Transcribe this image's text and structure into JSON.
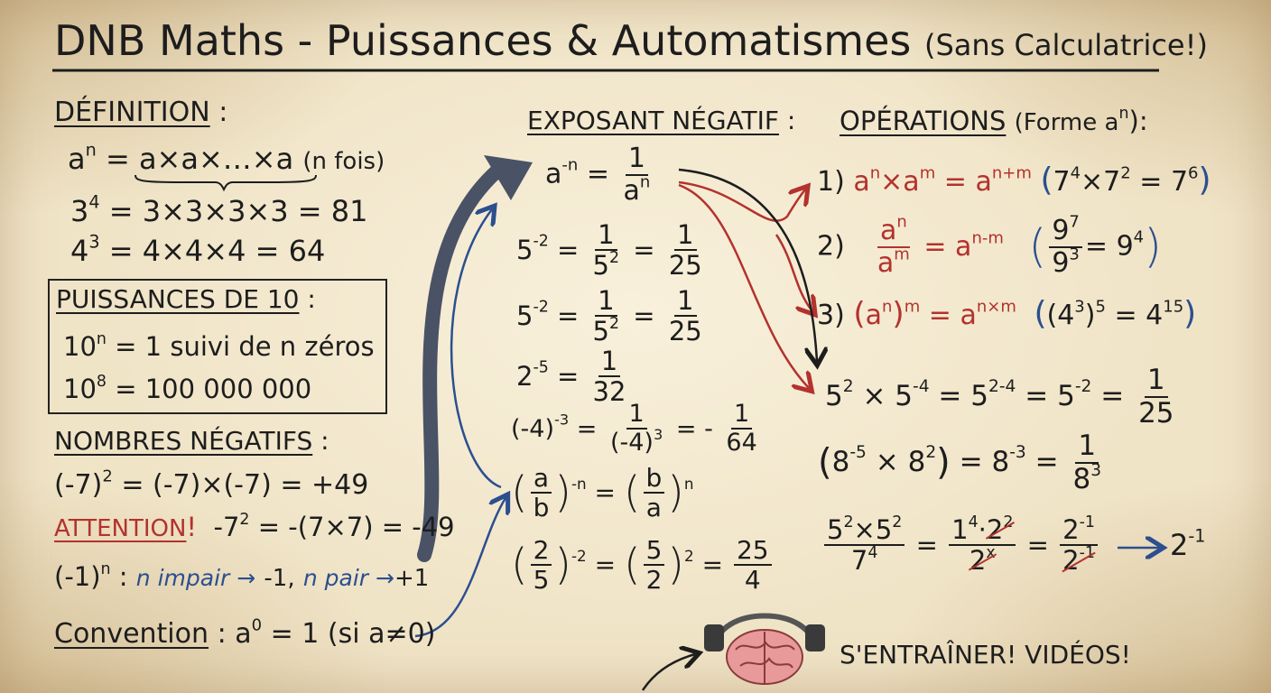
{
  "title": {
    "main": "DNB Maths - Puissances & Automatismes",
    "sub": "(Sans Calculatrice!)"
  },
  "definition": {
    "heading": "DÉFINITION",
    "colon": ":",
    "lhs_base": "a",
    "lhs_exp": "n",
    "rhs": "= a×a×…×a",
    "note": "(n fois)",
    "ex1_base": "3",
    "ex1_exp": "4",
    "ex1_rest": "= 3×3×3×3 = 81",
    "ex2_base": "4",
    "ex2_exp": "3",
    "ex2_rest": "= 4×4×4 = 64"
  },
  "powers10": {
    "heading": "PUISSANCES DE 10",
    "colon": ":",
    "rule_base": "10",
    "rule_exp": "n",
    "rule_rest": "= 1 suivi de n zéros",
    "ex_base": "10",
    "ex_exp": "8",
    "ex_rest": "= 100 000 000"
  },
  "negatives": {
    "heading": "NOMBRES NÉGATIFS",
    "colon": ":",
    "ex1_left": "(-7)",
    "ex1_exp": "2",
    "ex1_rest": "= (-7)×(-7) = +49",
    "attention_label": "ATTENTION",
    "attention_bang": "!",
    "attention_left": "-7",
    "attention_exp": "2",
    "attention_rest": "= -(7×7) = -49",
    "parity_left": "(-1)",
    "parity_exp": "n",
    "parity_colon": ":",
    "parity_odd": "n impair →",
    "parity_odd_val": "-1,",
    "parity_even": "n pair →",
    "parity_even_val": "+1"
  },
  "convention": {
    "label": "Convention",
    "colon": ":",
    "base": "a",
    "exp": "0",
    "rest": "= 1 (si a≠0)"
  },
  "negative_exponent": {
    "heading": "EXPOSANT NÉGATIF",
    "colon": ":",
    "rule_base": "a",
    "rule_exp": "-n",
    "rule_num": "1",
    "rule_den_base": "a",
    "rule_den_exp": "n",
    "ex1": {
      "base": "5",
      "exp": "-2",
      "n1": "1",
      "d1_base": "5",
      "d1_exp": "2",
      "n2": "1",
      "d2": "25"
    },
    "ex2": {
      "base": "5",
      "exp": "-2",
      "n1": "1",
      "d1_base": "5",
      "d1_exp": "2",
      "n2": "1",
      "d2": "25"
    },
    "ex3": {
      "base": "2",
      "exp": "-5",
      "n1": "1",
      "d1": "32"
    },
    "ex4": {
      "left": "(-4)",
      "exp": "-3",
      "n1": "1",
      "d1_base": "(-4)",
      "d1_exp": "3",
      "minus": "-",
      "n2": "1",
      "d2": "64"
    },
    "ex5": {
      "a": "a",
      "b": "b",
      "exp1": "-n",
      "exp2": "n"
    },
    "ex6": {
      "n1": "2",
      "d1": "5",
      "exp1": "-2",
      "n2": "5",
      "d2": "2",
      "exp2": "2",
      "n3": "25",
      "d3": "4"
    },
    "equals": "="
  },
  "operations": {
    "heading": "OPÉRATIONS",
    "form_label": "(Forme a",
    "form_exp": "n",
    "form_close": "):",
    "op1": {
      "num": "1)",
      "a": "a",
      "e1": "n",
      "x": "×",
      "e2": "m",
      "eq": "=",
      "e3": "n+m",
      "ex_base1": "7",
      "ex_exp1": "4",
      "ex_x": "×",
      "ex_base2": "7",
      "ex_exp2": "2",
      "ex_eq": "=",
      "ex_base3": "7",
      "ex_exp3": "6"
    },
    "op2": {
      "num": "2)",
      "a": "a",
      "e1": "n",
      "e2": "m",
      "eq": "=",
      "e3": "n-m",
      "ex_base": "9",
      "ex_exp1": "7",
      "ex_exp2": "3",
      "ex_eq": "=",
      "ex_exp3": "4"
    },
    "op3": {
      "num": "3)",
      "a": "a",
      "e1": "n",
      "e2": "m",
      "eq": "=",
      "e3": "n×m",
      "ex_base": "4",
      "ex_exp1": "3",
      "ex_exp2": "5",
      "ex_eq": "=",
      "ex_exp3": "15"
    },
    "ex_a": {
      "b": "5",
      "e1": "2",
      "x": "×",
      "e2": "-4",
      "e3": "2-4",
      "e4": "-2",
      "n": "1",
      "d": "25"
    },
    "ex_b": {
      "b": "8",
      "e1": "-5",
      "x": "×",
      "e2": "2",
      "e3": "-3",
      "n": "1",
      "d_base": "8",
      "d_exp": "3"
    },
    "ex_c": {
      "n_b1": "5",
      "n_e1": "2",
      "x": "×",
      "n_b2": "5",
      "n_e2": "2",
      "d_b": "7",
      "d_e": "4",
      "n2_b1": "1",
      "n2_e1": "4",
      "dot": "·",
      "n2_b2": "2",
      "n2_e2": "2",
      "d2_b": "2",
      "d2_e": "x",
      "n3_b": "2",
      "n3_e": "-1",
      "d3_b": "2",
      "d3_e": "-1",
      "arrow": "→",
      "res_b": "2",
      "res_e": "-1"
    }
  },
  "footer": {
    "label": "S'ENTRAÎNER! VIDÉOS!"
  },
  "colors": {
    "ink": "#1d1d1d",
    "red": "#b3322d",
    "blue": "#2b4f8f",
    "arrow_dark": "#4a5266",
    "paper": "#f0e4c7"
  },
  "icons": [
    "brain-headphones-icon",
    "curved-arrow-icon"
  ]
}
